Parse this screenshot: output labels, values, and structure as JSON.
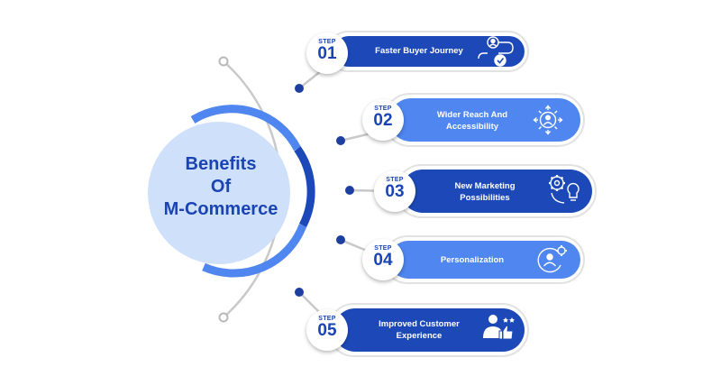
{
  "center": {
    "line1": "Benefits",
    "line2": "Of",
    "line3": "M-Commerce"
  },
  "steps": [
    {
      "word": "STEP",
      "number": "01",
      "label": "Faster Buyer Journey",
      "icon": "buyer-journey-icon",
      "color": "#1d49b8"
    },
    {
      "word": "STEP",
      "number": "02",
      "label": "Wider Reach And Accessibility",
      "icon": "reach-accessibility-icon",
      "color": "#4f86ef"
    },
    {
      "word": "STEP",
      "number": "03",
      "label": "New Marketing Possibilities",
      "icon": "marketing-gear-bulb-icon",
      "color": "#1d49b8"
    },
    {
      "word": "STEP",
      "number": "04",
      "label": "Personalization",
      "icon": "personalization-icon",
      "color": "#4f86ef"
    },
    {
      "word": "STEP",
      "number": "05",
      "label": "Improved Customer Experience",
      "icon": "customer-thumbs-up-icon",
      "color": "#1d49b8"
    }
  ],
  "colors": {
    "dark_blue": "#1d49b8",
    "light_blue": "#4f86ef",
    "circle_fill": "#cfe0fb",
    "arc_gray": "#c9c9c9"
  }
}
